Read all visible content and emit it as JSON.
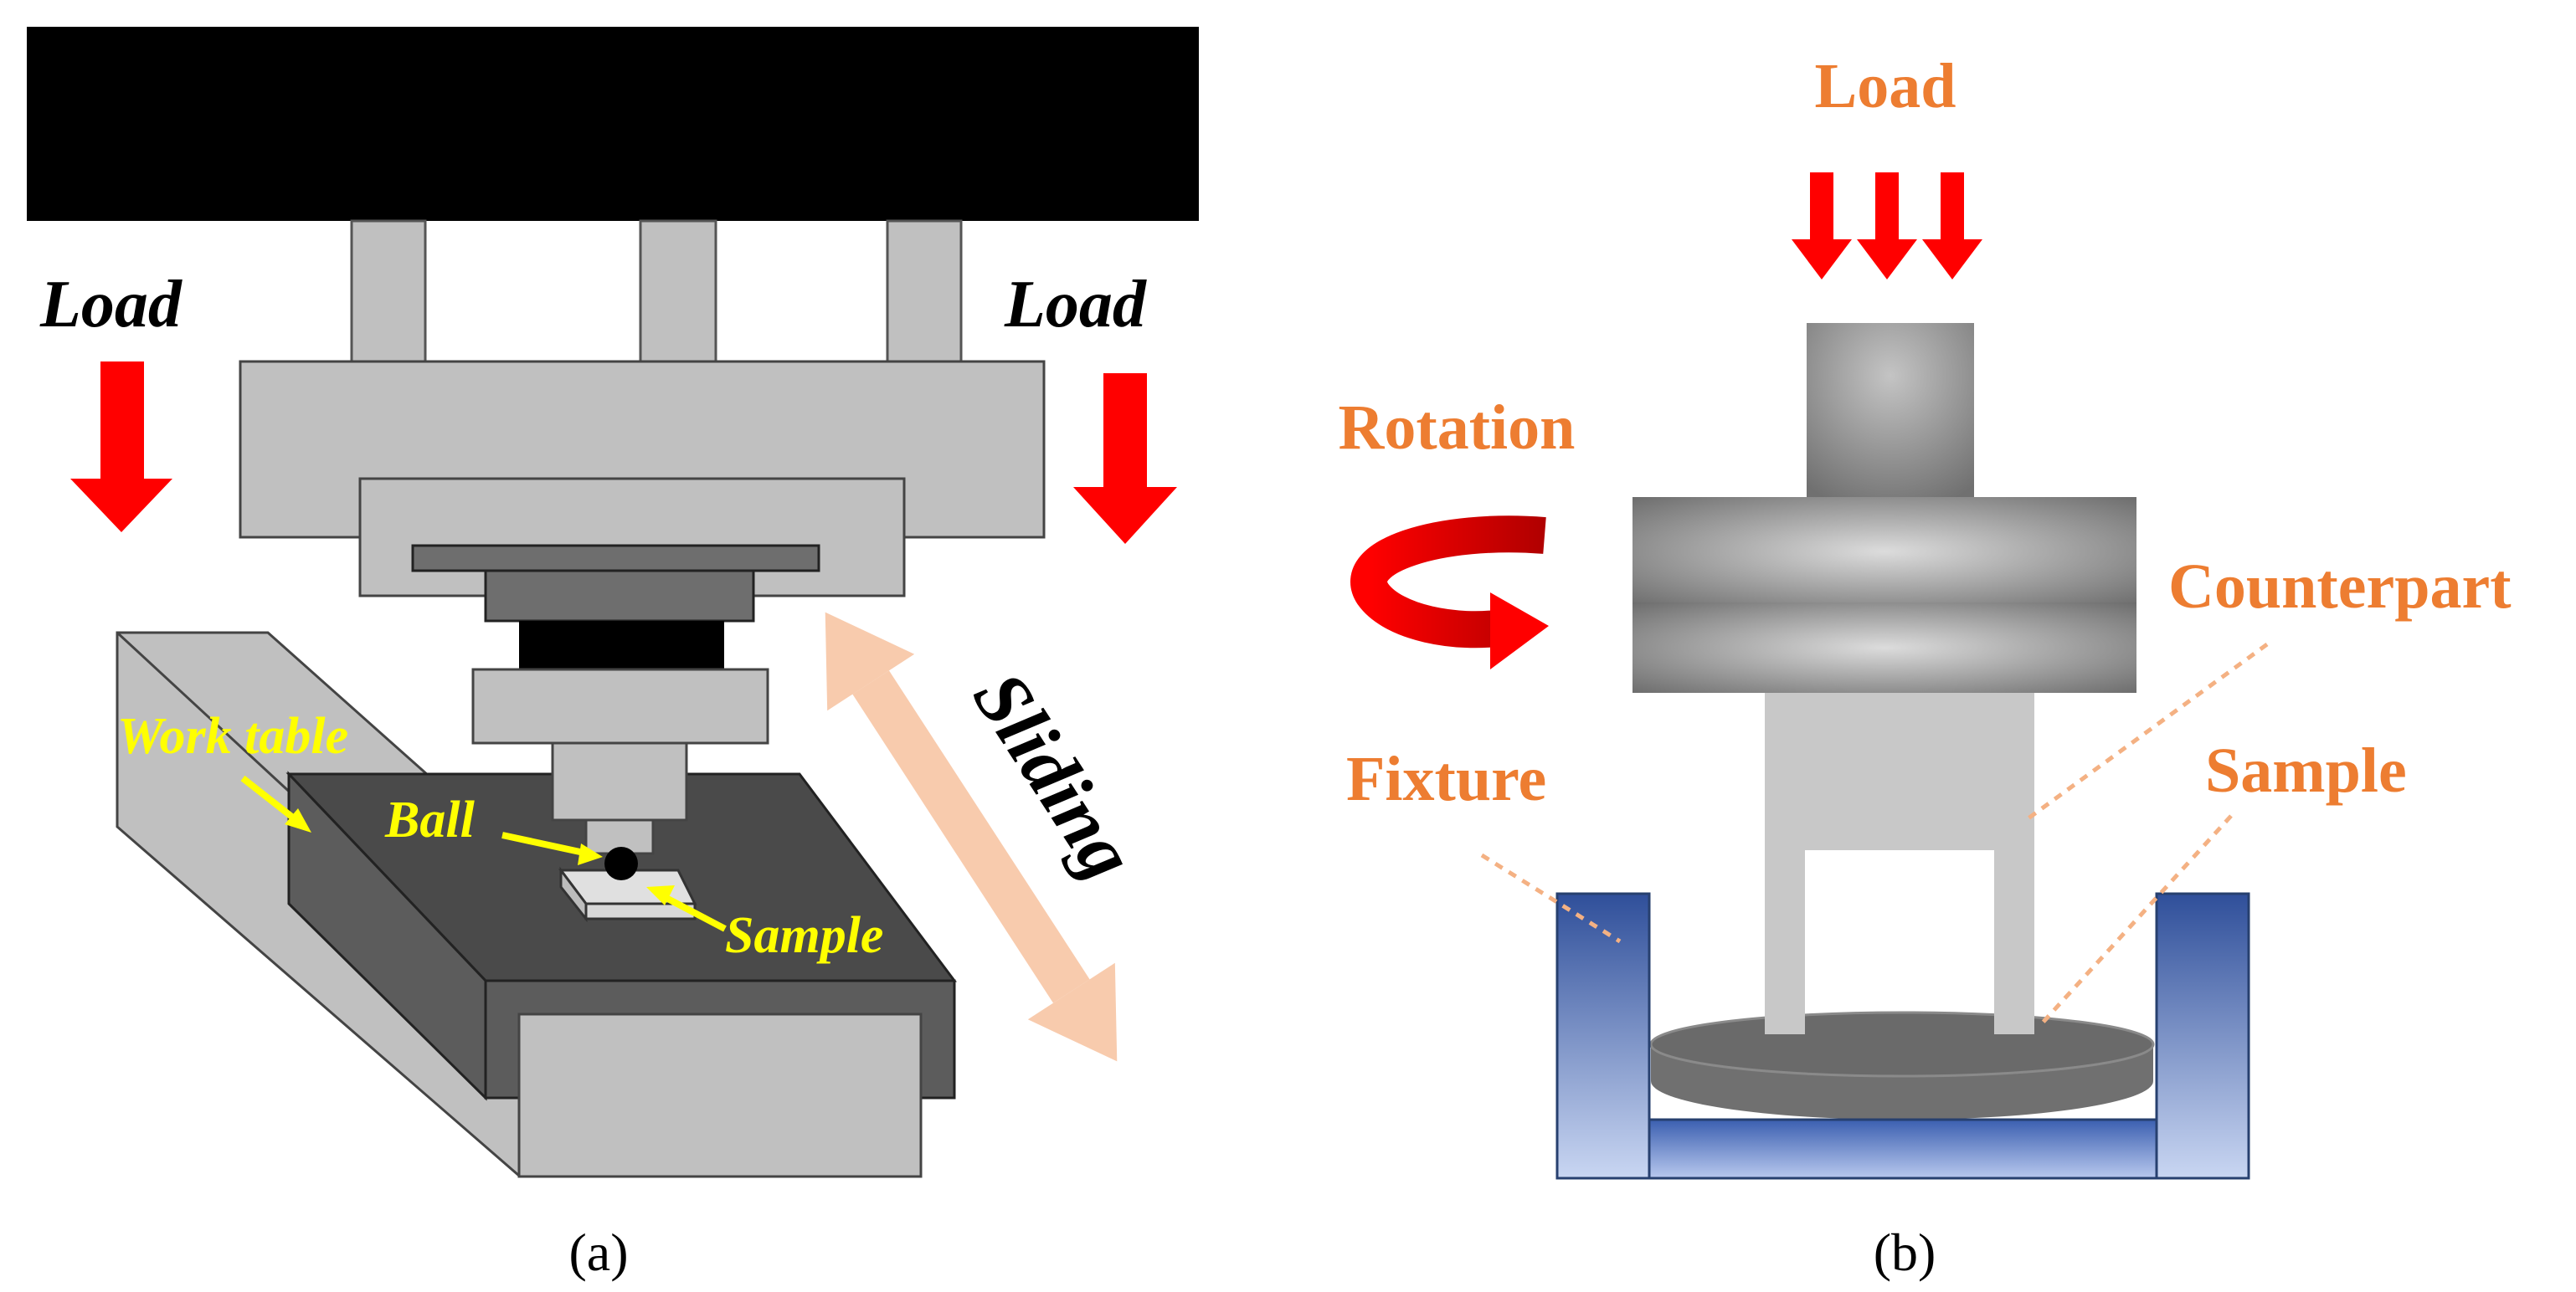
{
  "panel_a": {
    "load_left": "Load",
    "load_right": "Load",
    "sliding": "Sliding",
    "work_table": "Work table",
    "ball": "Ball",
    "sample": "Sample",
    "caption": "(a)"
  },
  "panel_b": {
    "load": "Load",
    "rotation": "Rotation",
    "counterpart": "Counterpart",
    "fixture": "Fixture",
    "sample": "Sample",
    "caption": "(b)"
  },
  "colors": {
    "arrow_red": "#ff0000",
    "label_orange": "#ed7d31",
    "label_yellow": "#ffff00",
    "sliding_arrow": "#f8cbad",
    "fixture_blue": "#4a6fbf"
  }
}
